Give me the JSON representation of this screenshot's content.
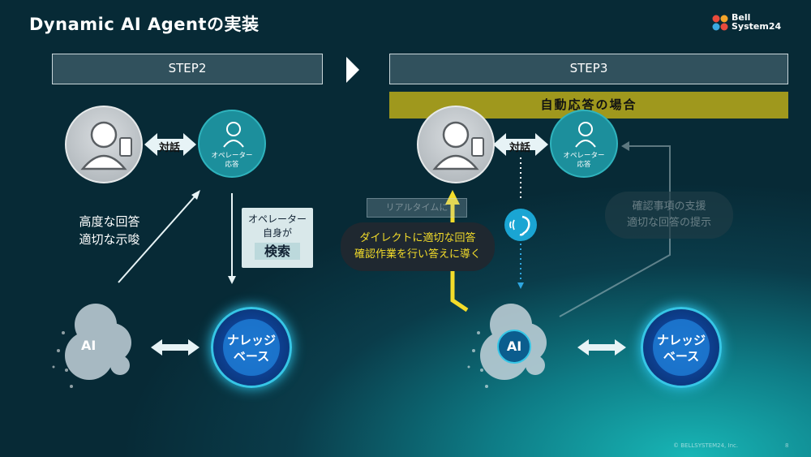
{
  "title": "Dynamic AI Agentの実装",
  "logo": {
    "line1": "Bell",
    "line2": "System24"
  },
  "step2": {
    "label": "STEP2"
  },
  "step3": {
    "label": "STEP3"
  },
  "banner": "自動応答の場合",
  "left": {
    "dialog": "対話",
    "operator": {
      "line1": "オペレーター",
      "line2": "応答"
    },
    "advice": {
      "line1": "高度な回答",
      "line2": "適切な示唆"
    },
    "search": {
      "line1": "オペレーター",
      "line2": "自身が",
      "big": "検索"
    },
    "ai": "AI",
    "knowledge": {
      "line1": "ナレッジ",
      "line2": "ベース"
    }
  },
  "right": {
    "dialog": "対話",
    "operator": {
      "line1": "オペレーター",
      "line2": "応答"
    },
    "realtime": "リアルタイムに",
    "callout": {
      "line1": "ダイレクトに適切な回答",
      "line2": "確認作業を行い答えに導く"
    },
    "support": {
      "line1": "確認事項の支援",
      "line2": "適切な回答の提示"
    },
    "ai": "AI",
    "knowledge": {
      "line1": "ナレッジ",
      "line2": "ベース"
    }
  },
  "footer": "© BELLSYSTEM24, Inc.",
  "page": "8",
  "colors": {
    "accent_yellow": "#f3dc2a",
    "banner": "#a89e1c",
    "knowledge_glow": "#36c6e6",
    "operator": "#1c8f9c"
  }
}
